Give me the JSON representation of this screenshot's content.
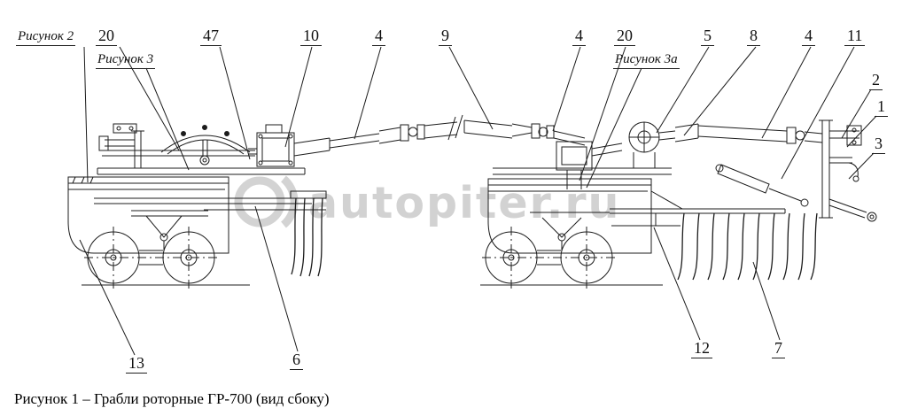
{
  "caption": "Рисунок 1 – Грабли роторные ГР-700 (вид сбоку)",
  "watermark": {
    "text": "autopiter.ru"
  },
  "figure_refs": {
    "fig2": "Рисунок 2",
    "fig3": "Рисунок 3",
    "fig3a": "Рисунок 3а"
  },
  "callouts": {
    "n20_left": "20",
    "n47": "47",
    "n10": "10",
    "n4_left": "4",
    "n9": "9",
    "n4_mid": "4",
    "n20_right": "20",
    "n5": "5",
    "n8": "8",
    "n4_right": "4",
    "n11": "11",
    "n2": "2",
    "n1": "1",
    "n3": "3",
    "n13": "13",
    "n6": "6",
    "n12": "12",
    "n7": "7"
  }
}
